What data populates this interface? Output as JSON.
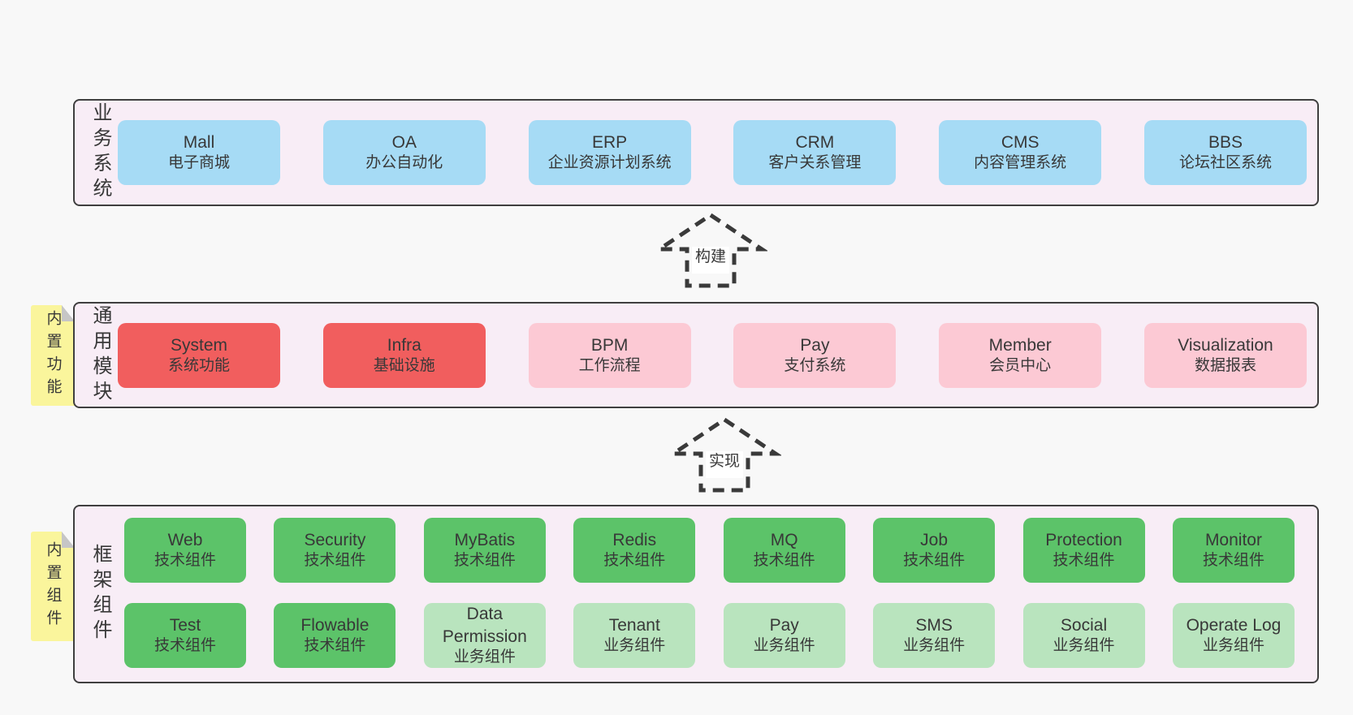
{
  "colors": {
    "bg": "#f8f8f8",
    "panel": "#f8edf6",
    "panel-border": "#3f3f3f",
    "blue": "#a6dbf5",
    "red": "#f15e5e",
    "pink": "#fcc9d4",
    "green": "#5cc369",
    "lightgreen": "#b9e4be",
    "yellow": "#faf59c",
    "fold": "#c6c6c6",
    "text": "#383838",
    "arrow": "#3a3a3a",
    "arrow-label-bg": "#ffffff"
  },
  "sections": [
    {
      "id": "business-systems",
      "label": "业务系统",
      "rows": [
        [
          {
            "name": "Mall",
            "desc": "电子商城",
            "color": "blue"
          },
          {
            "name": "OA",
            "desc": "办公自动化",
            "color": "blue"
          },
          {
            "name": "ERP",
            "desc": "企业资源计划系统",
            "color": "blue"
          },
          {
            "name": "CRM",
            "desc": "客户关系管理",
            "color": "blue"
          },
          {
            "name": "CMS",
            "desc": "内容管理系统",
            "color": "blue"
          },
          {
            "name": "BBS",
            "desc": "论坛社区系统",
            "color": "blue"
          }
        ]
      ]
    },
    {
      "id": "common-modules",
      "label": "通用模块",
      "sticky": "内置功能",
      "rows": [
        [
          {
            "name": "System",
            "desc": "系统功能",
            "color": "red"
          },
          {
            "name": "Infra",
            "desc": "基础设施",
            "color": "red"
          },
          {
            "name": "BPM",
            "desc": "工作流程",
            "color": "pink"
          },
          {
            "name": "Pay",
            "desc": "支付系统",
            "color": "pink"
          },
          {
            "name": "Member",
            "desc": "会员中心",
            "color": "pink"
          },
          {
            "name": "Visualization",
            "desc": "数据报表",
            "color": "pink"
          }
        ]
      ]
    },
    {
      "id": "framework-components",
      "label": "框架组件",
      "sticky": "内置组件",
      "rows": [
        [
          {
            "name": "Web",
            "desc": "技术组件",
            "color": "green"
          },
          {
            "name": "Security",
            "desc": "技术组件",
            "color": "green"
          },
          {
            "name": "MyBatis",
            "desc": "技术组件",
            "color": "green"
          },
          {
            "name": "Redis",
            "desc": "技术组件",
            "color": "green"
          },
          {
            "name": "MQ",
            "desc": "技术组件",
            "color": "green"
          },
          {
            "name": "Job",
            "desc": "技术组件",
            "color": "green"
          },
          {
            "name": "Protection",
            "desc": "技术组件",
            "color": "green"
          },
          {
            "name": "Monitor",
            "desc": "技术组件",
            "color": "green"
          }
        ],
        [
          {
            "name": "Test",
            "desc": "技术组件",
            "color": "green"
          },
          {
            "name": "Flowable",
            "desc": "技术组件",
            "color": "green"
          },
          {
            "name": "Data Permission",
            "desc": "业务组件",
            "color": "lightgreen"
          },
          {
            "name": "Tenant",
            "desc": "业务组件",
            "color": "lightgreen"
          },
          {
            "name": "Pay",
            "desc": "业务组件",
            "color": "lightgreen"
          },
          {
            "name": "SMS",
            "desc": "业务组件",
            "color": "lightgreen"
          },
          {
            "name": "Social",
            "desc": "业务组件",
            "color": "lightgreen"
          },
          {
            "name": "Operate Log",
            "desc": "业务组件",
            "color": "lightgreen"
          }
        ]
      ]
    }
  ],
  "arrows": [
    {
      "label": "构建"
    },
    {
      "label": "实现"
    }
  ]
}
